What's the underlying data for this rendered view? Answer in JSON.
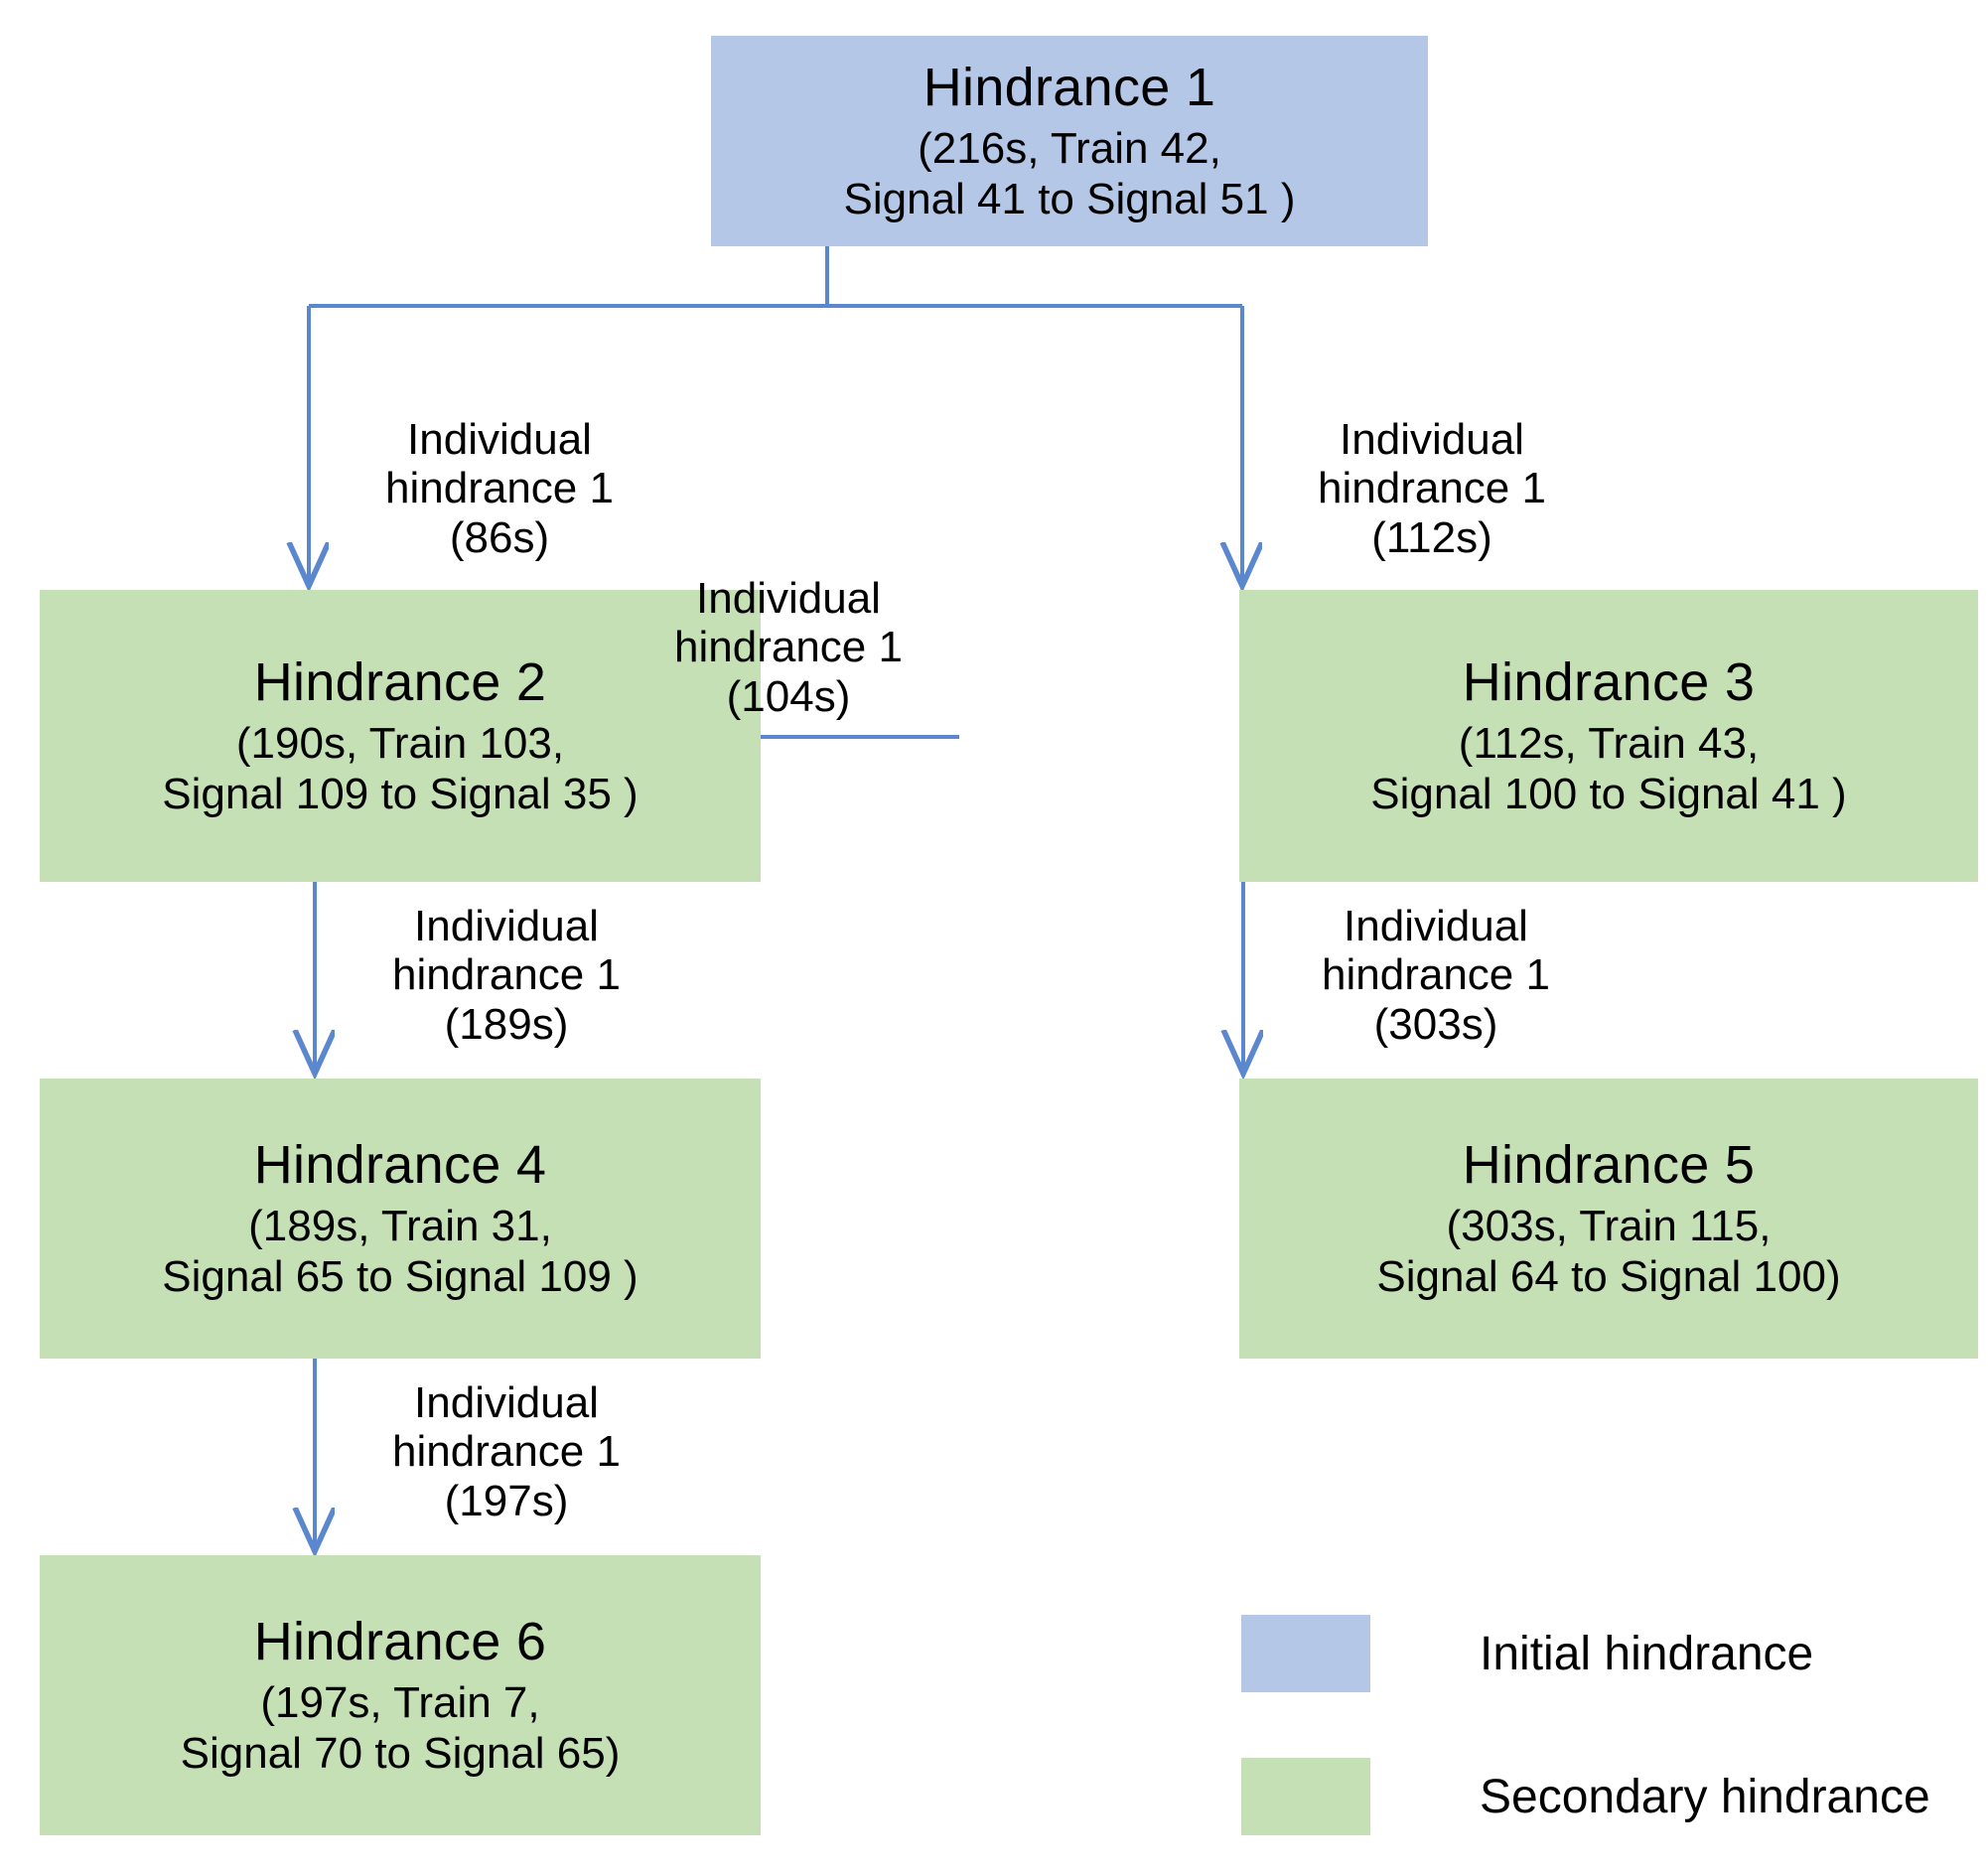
{
  "diagram": {
    "title": "Hindrance propagation tree",
    "colors": {
      "initial_fill": "#b4c7e7",
      "secondary_fill": "#c5e0b4",
      "connector": "#5b87cf",
      "text": "#000000",
      "background": "#ffffff"
    },
    "nodes": [
      {
        "id": "h1",
        "type": "initial",
        "title": "Hindrance 1",
        "line1": "(216s, Train 42,",
        "line2": "Signal 41 to Signal 51 )"
      },
      {
        "id": "h2",
        "type": "secondary",
        "title": "Hindrance 2",
        "line1": "(190s, Train 103,",
        "line2": "Signal 109 to Signal 35 )"
      },
      {
        "id": "h3",
        "type": "secondary",
        "title": "Hindrance 3",
        "line1": "(112s, Train 43,",
        "line2": "Signal 100 to Signal 41 )"
      },
      {
        "id": "h4",
        "type": "secondary",
        "title": "Hindrance 4",
        "line1": "(189s, Train 31,",
        "line2": "Signal 65 to Signal 109 )"
      },
      {
        "id": "h5",
        "type": "secondary",
        "title": "Hindrance 5",
        "line1": "(303s, Train 115,",
        "line2": "Signal 64 to Signal 100)"
      },
      {
        "id": "h6",
        "type": "secondary",
        "title": "Hindrance 6",
        "line1": "(197s, Train 7,",
        "line2": "Signal 70 to Signal 65)"
      }
    ],
    "edges": [
      {
        "id": "e1",
        "from": "h1",
        "to": "h2",
        "line1": "Individual",
        "line2": "hindrance 1",
        "line3": "(86s)"
      },
      {
        "id": "e2",
        "from": "h1",
        "to": "h3",
        "line1": "Individual",
        "line2": "hindrance 1",
        "line3": "(112s)"
      },
      {
        "id": "e3",
        "from": "h3",
        "to": "h2",
        "line1": "Individual",
        "line2": "hindrance 1",
        "line3": "(104s)"
      },
      {
        "id": "e4",
        "from": "h2",
        "to": "h4",
        "line1": "Individual",
        "line2": "hindrance 1",
        "line3": "(189s)"
      },
      {
        "id": "e5",
        "from": "h3",
        "to": "h5",
        "line1": "Individual",
        "line2": "hindrance 1",
        "line3": "(303s)"
      },
      {
        "id": "e6",
        "from": "h4",
        "to": "h6",
        "line1": "Individual",
        "line2": "hindrance 1",
        "line3": "(197s)"
      }
    ],
    "legend": {
      "items": [
        {
          "label": "Initial hindrance",
          "swatch": "initial"
        },
        {
          "label": "Secondary hindrance",
          "swatch": "secondary"
        }
      ]
    }
  }
}
